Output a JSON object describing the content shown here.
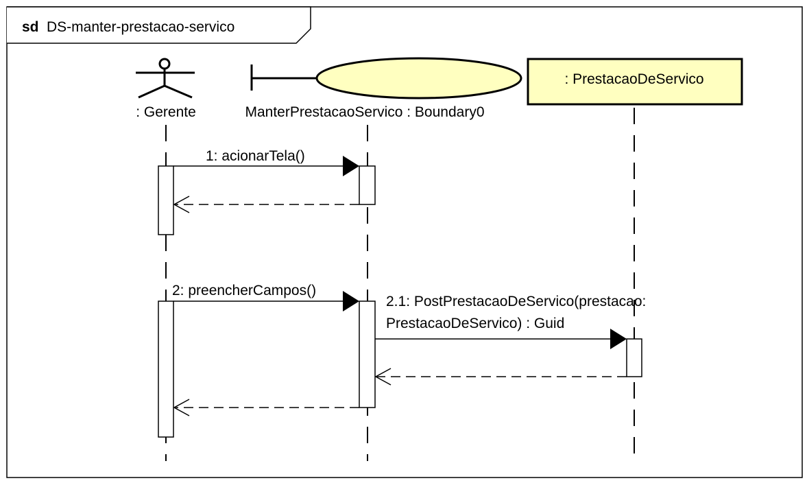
{
  "frame": {
    "keyword": "sd",
    "name": "DS-manter-prestacao-servico"
  },
  "lifelines": {
    "actor": {
      "label": ": Gerente"
    },
    "boundary": {
      "label": "ManterPrestacaoServico : Boundary0"
    },
    "entity": {
      "label": ": PrestacaoDeServico",
      "fill": "#ffffc0"
    }
  },
  "messages": {
    "m1": {
      "label": "1: acionarTela()"
    },
    "m2": {
      "label": "2: preencherCampos()"
    },
    "m21": {
      "line1": "2.1: PostPrestacaoDeServico(prestacao:",
      "line2": "PrestacaoDeServico) : Guid"
    }
  },
  "colors": {
    "boundary_fill": "#ffffc0",
    "entity_fill": "#ffffc0"
  }
}
